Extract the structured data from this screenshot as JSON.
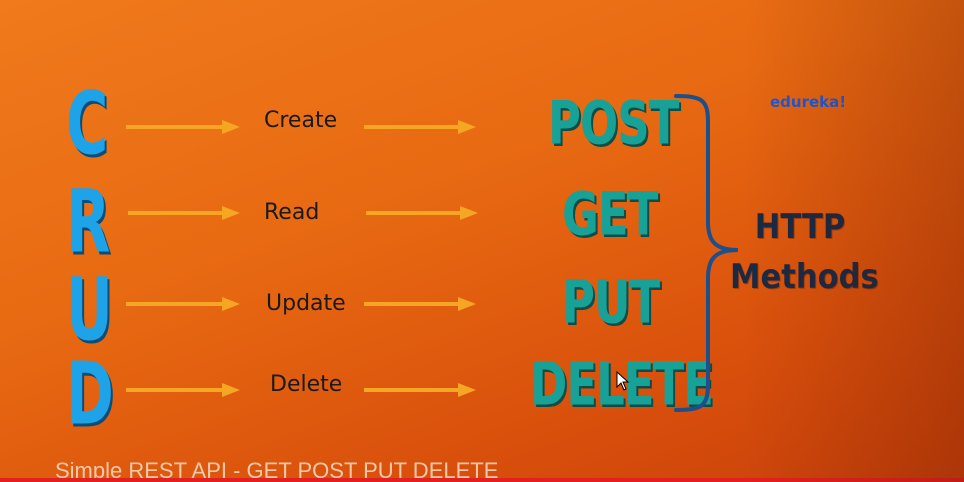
{
  "crud": {
    "letters": [
      "C",
      "R",
      "U",
      "D"
    ],
    "operations": [
      "Create",
      "Read",
      "Update",
      "Delete"
    ]
  },
  "http": {
    "methods": [
      "POST",
      "GET",
      "PUT",
      "DELETE"
    ],
    "label_line1": "HTTP",
    "label_line2": "Methods"
  },
  "logo": "edureka!",
  "caption": "Simple REST API - GET POST PUT DELETE",
  "colors": {
    "crud_letters": "#1fa3e8",
    "methods": "#18a197",
    "arrows": "#f5a623",
    "brace": "#1d4f8a",
    "background": "#e86a12"
  },
  "icons": [
    "arrow-right-icon",
    "mouse-cursor-icon",
    "curly-brace-icon"
  ]
}
